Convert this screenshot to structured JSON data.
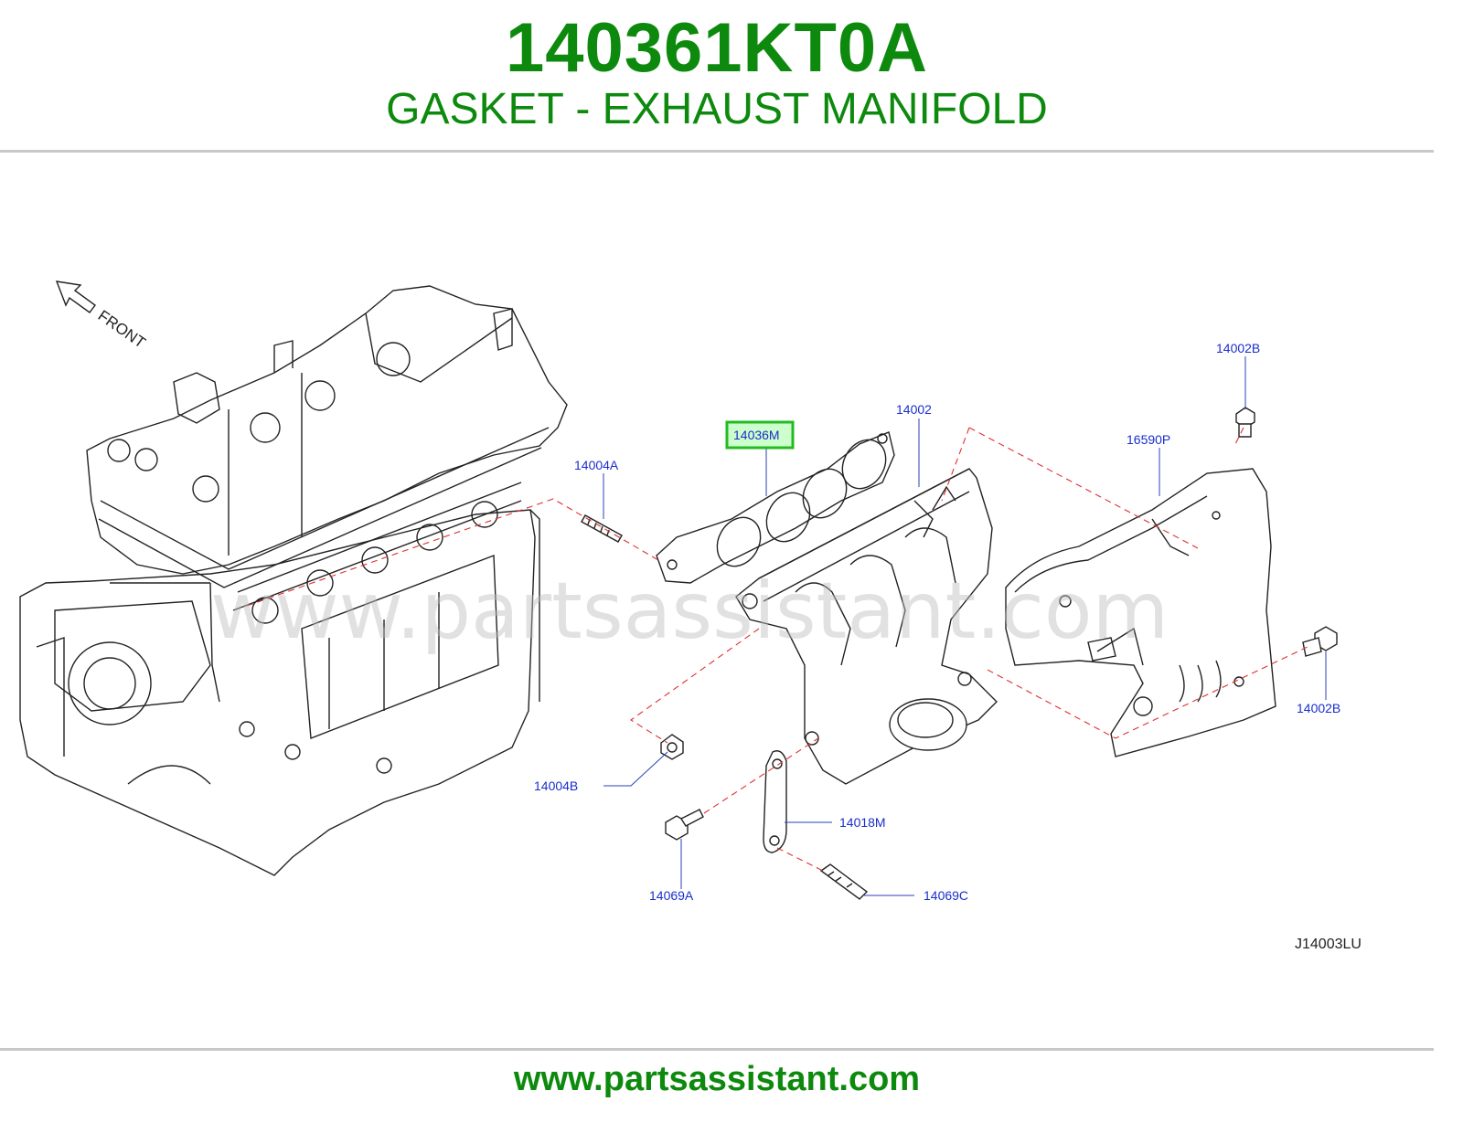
{
  "header": {
    "part_number": "140361KT0A",
    "part_name": "GASKET - EXHAUST MANIFOLD"
  },
  "diagram": {
    "front_label": "FRONT",
    "watermark": "www.partsassistant.com",
    "diagram_code": "J14003LU",
    "highlight_color": "#22bb22",
    "callouts": {
      "c14036M": "14036M",
      "c14002": "14002",
      "c14004A": "14004A",
      "c14002B_top": "14002B",
      "c16590P": "16590P",
      "c14002B_right": "14002B",
      "c14004B": "14004B",
      "c14018M": "14018M",
      "c14069A": "14069A",
      "c14069C": "14069C"
    }
  },
  "footer": {
    "url": "www.partsassistant.com"
  },
  "colors": {
    "title_green": "#0d8a0d",
    "callout_blue": "#1a2ecc",
    "dash_red": "#e03030"
  }
}
